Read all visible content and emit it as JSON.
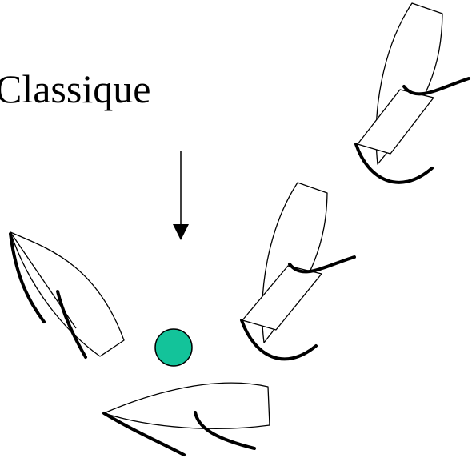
{
  "diagram": {
    "label": "Classique",
    "colors": {
      "mark": "#13c39a",
      "line": "#000000",
      "background": "#ffffff"
    },
    "boats": [
      {
        "id": "boat-1"
      },
      {
        "id": "boat-2"
      },
      {
        "id": "boat-3"
      },
      {
        "id": "boat-4"
      }
    ]
  }
}
